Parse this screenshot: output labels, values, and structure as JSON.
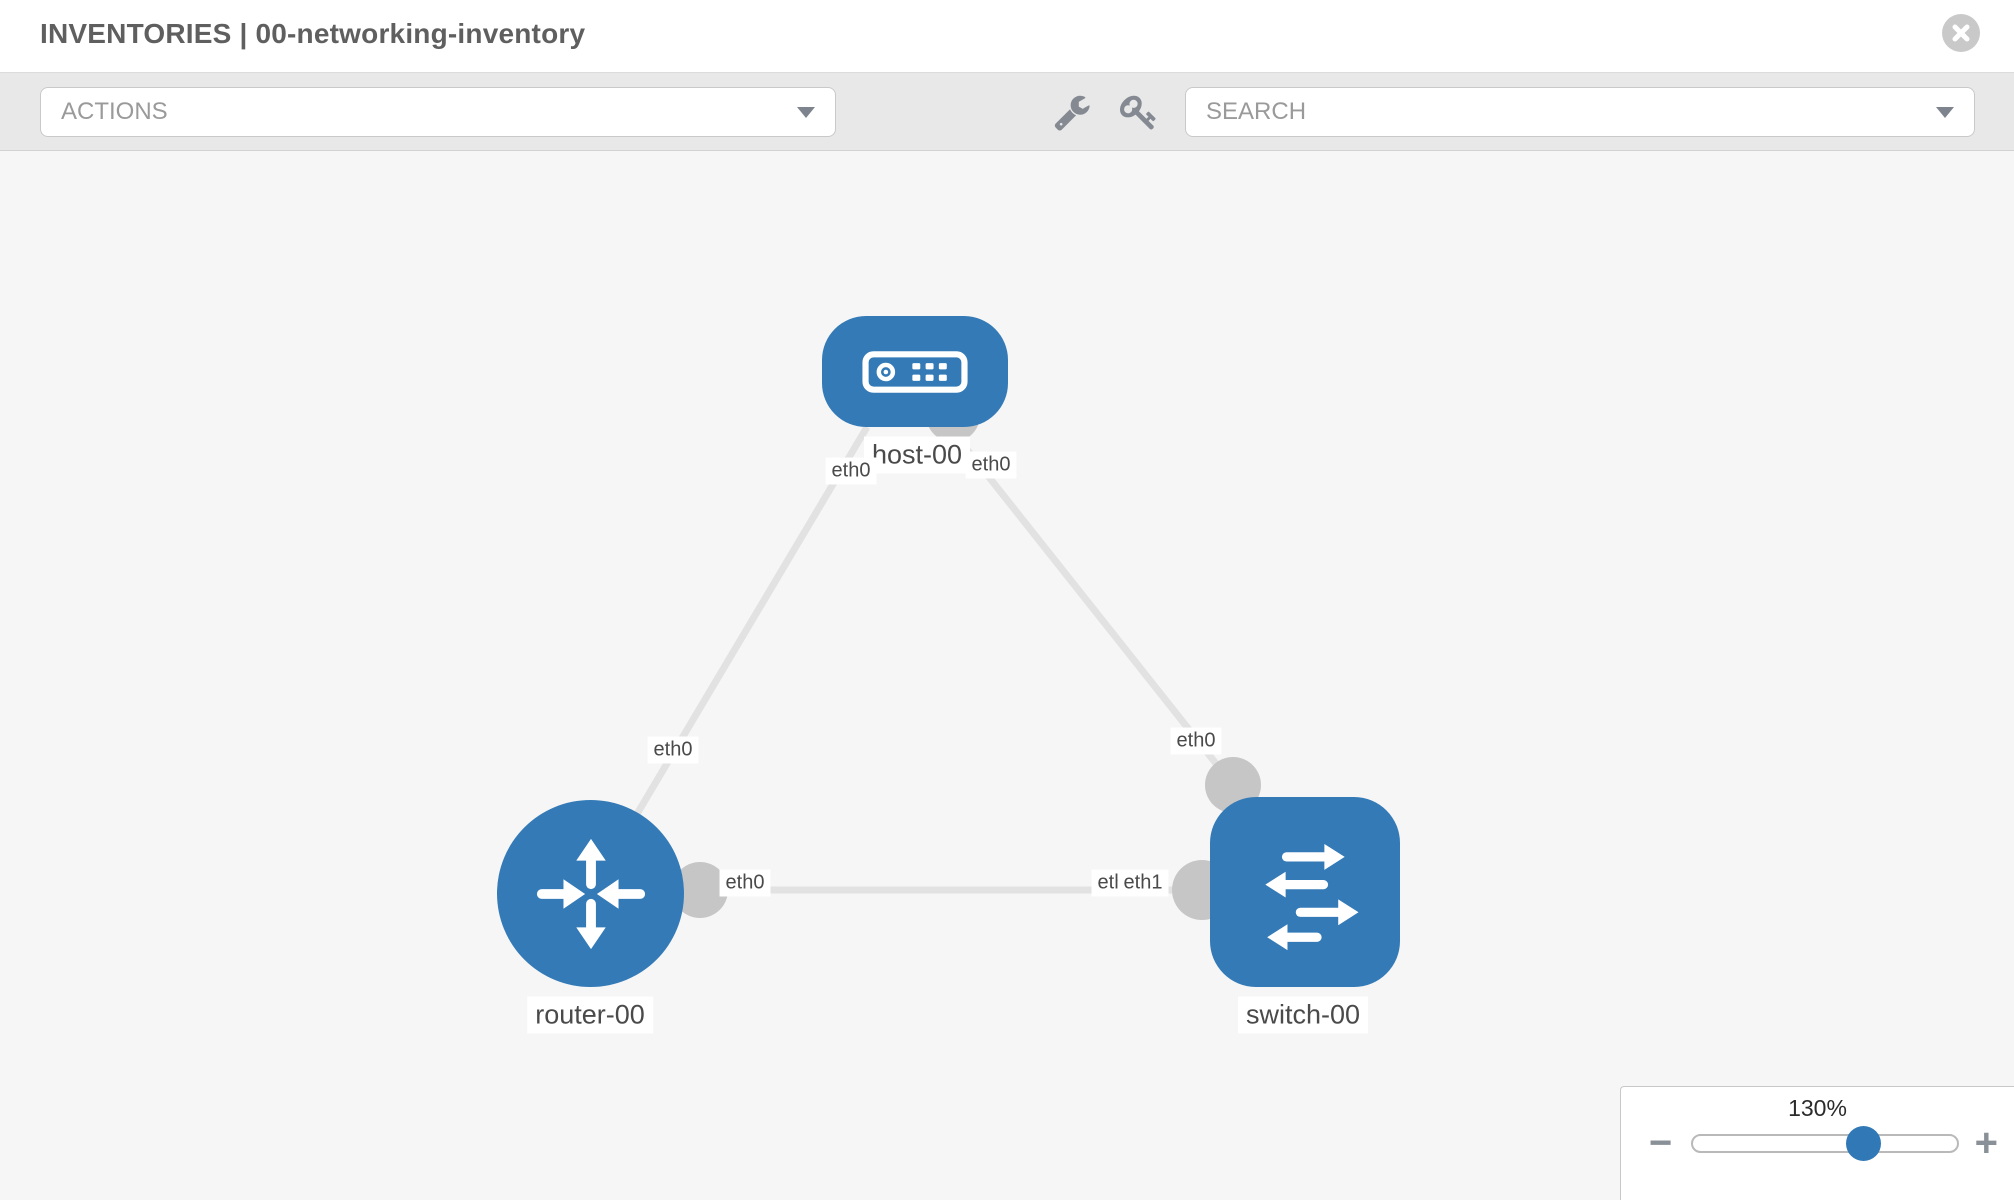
{
  "header": {
    "title": "INVENTORIES | 00-networking-inventory"
  },
  "toolbar": {
    "actions_label": "ACTIONS",
    "search_placeholder": "SEARCH"
  },
  "icons": {
    "close": "circle-x-icon",
    "wrench": "wrench-icon",
    "key": "key-icon",
    "caret": "caret-down-icon",
    "host": "host-device-icon",
    "router": "router-arrows-icon",
    "switch": "switch-arrows-icon"
  },
  "topology": {
    "nodes": [
      {
        "label": "host-00",
        "type": "host"
      },
      {
        "label": "router-00",
        "type": "router"
      },
      {
        "label": "switch-00",
        "type": "switch"
      }
    ],
    "links": [
      {
        "from": "router-00",
        "to": "host-00",
        "from_port": "eth0",
        "to_port": "eth0"
      },
      {
        "from": "host-00",
        "to": "switch-00",
        "from_port": "eth0",
        "to_port": "eth0"
      },
      {
        "from": "router-00",
        "to": "switch-00",
        "from_port": "eth0",
        "to_port": "eth1"
      }
    ],
    "port_labels": {
      "router_host_link_router_end": "eth0",
      "router_host_link_host_end": "eth0",
      "host_switch_link_host_end": "eth0",
      "host_switch_link_switch_end": "eth0",
      "router_switch_link_router_end": "eth0",
      "router_switch_link_switch_end_under": "eth0",
      "router_switch_link_switch_end": "eth1"
    }
  },
  "zoom_control": {
    "level": "130%",
    "minus": "−",
    "plus": "+"
  },
  "colors": {
    "node_blue": "#337ab7",
    "port_gray": "#c6c6c6",
    "link_gray": "#e2e2e2",
    "toolbar_gray": "#e8e8e8",
    "canvas_gray": "#f6f6f6"
  }
}
